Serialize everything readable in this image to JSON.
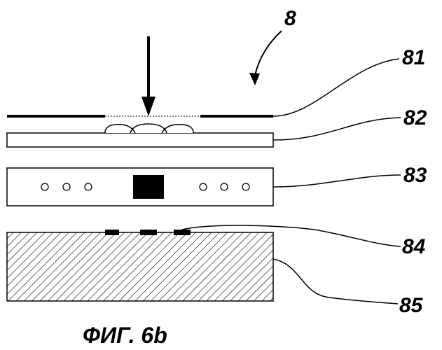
{
  "figure": {
    "assembly_ref": "8",
    "caption": "ФИГ. 6b",
    "labels": {
      "l81": "81",
      "l82": "82",
      "l83": "83",
      "l84": "84",
      "l85": "85"
    }
  },
  "colors": {
    "ink": "#000000",
    "paper": "#ffffff"
  }
}
